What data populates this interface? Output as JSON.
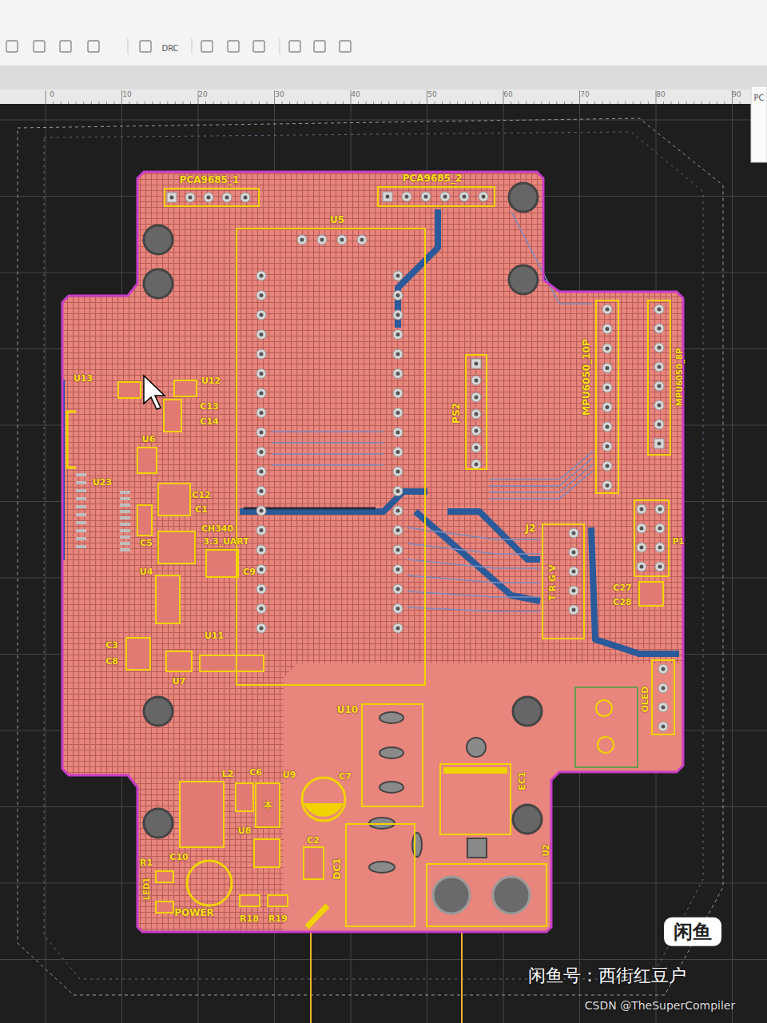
{
  "diagram": {
    "nodes": [
      {
        "text": [
          "PCA9685_1"
        ]
      },
      {
        "text": [
          "PCA9685_2"
        ]
      },
      {
        "text": [
          "U5"
        ]
      },
      {
        "text": [
          "PS2"
        ]
      },
      {
        "text": [
          "MPU6050_10P"
        ]
      },
      {
        "text": [
          "MPU6050_8P"
        ]
      },
      {
        "text": [
          "J2",
          "T R G V"
        ]
      },
      {
        "text": [
          "P1"
        ]
      },
      {
        "text": [
          "OLED"
        ]
      },
      {
        "text": [
          "U10"
        ]
      },
      {
        "text": [
          "DC1"
        ]
      },
      {
        "text": [
          "EC1"
        ]
      },
      {
        "text": [
          "U2"
        ]
      }
    ],
    "labels": [
      "DRC",
      "0",
      "10",
      "20",
      "30",
      "40",
      "50",
      "60",
      "70",
      "80",
      "90",
      "PC",
      "U13",
      "U12",
      "C13",
      "C14",
      "U6",
      "U23",
      "C12",
      "C1",
      "C5",
      "CH340",
      "3.3_UART",
      "U4",
      "C9",
      "C3",
      "C8",
      "U11",
      "U7",
      "L2",
      "C6",
      "U9",
      "C7",
      "本",
      "U8",
      "C2",
      "R1",
      "C10",
      "LED1",
      "POWER",
      "R18",
      "R19",
      "C27",
      "C28",
      "闲鱼",
      "闲鱼号：西街红豆户",
      "CSDN @TheSuperCompiler"
    ]
  }
}
